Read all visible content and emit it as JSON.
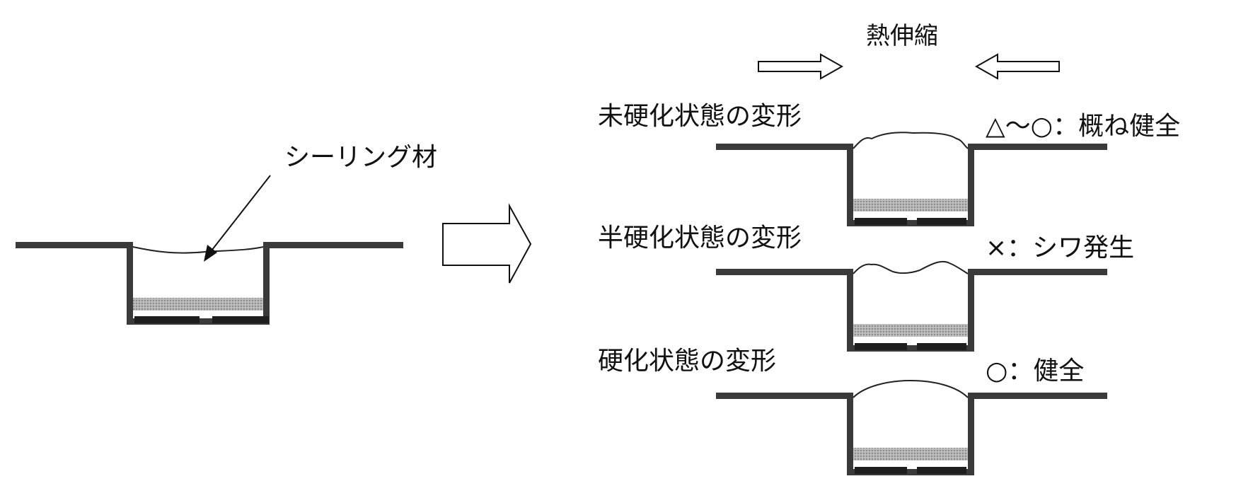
{
  "left": {
    "sealant_label": "シーリング材"
  },
  "right": {
    "header": "熱伸縮",
    "rows": [
      {
        "caption": "未硬化状態の変形",
        "result": "△～○：概ね健全"
      },
      {
        "caption": "半硬化状態の変形",
        "result": "×：シワ発生"
      },
      {
        "caption": "硬化状態の変形",
        "result": "○：健全"
      }
    ]
  }
}
